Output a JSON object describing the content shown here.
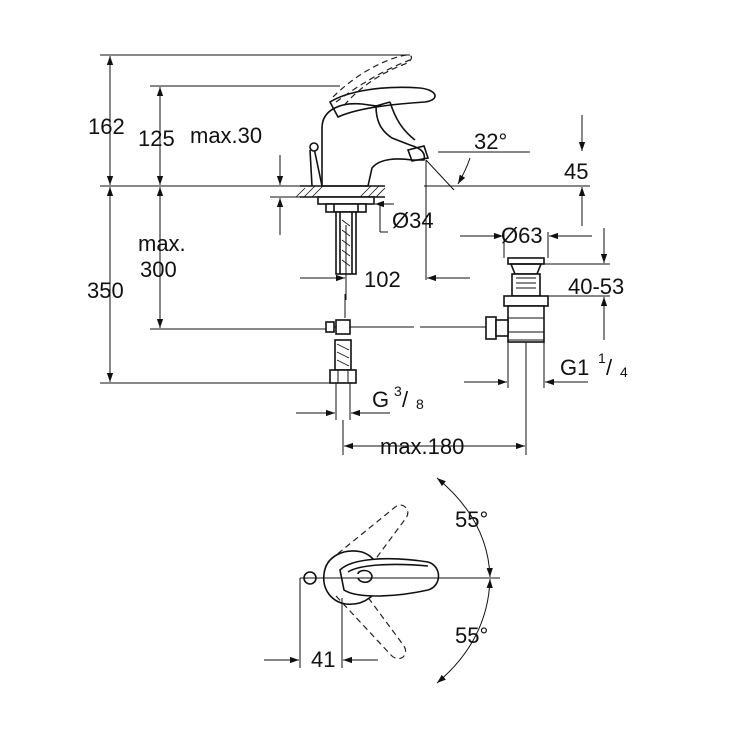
{
  "drawing": {
    "side_view": {
      "height_total": "162",
      "height_spout": "125",
      "deck_thickness": "max.30",
      "spout_angle": "32°",
      "outlet_height": "45",
      "hole_diameter": "Ø34",
      "waste_diameter": "Ø63",
      "spout_reach": "102",
      "waste_height": "40-53",
      "hose_length_max": "max.",
      "hose_length_value": "300",
      "overall_depth": "350",
      "waste_thread_base": "G1",
      "waste_thread_num": "1",
      "waste_thread_slash": "/",
      "waste_thread_den": "4",
      "supply_thread_base": "G",
      "supply_thread_num": "3",
      "supply_thread_slash": "/",
      "supply_thread_den": "8",
      "pull_rod_distance": "max.180"
    },
    "top_view": {
      "angle_up": "55°",
      "angle_down": "55°",
      "rod_offset": "41"
    }
  }
}
